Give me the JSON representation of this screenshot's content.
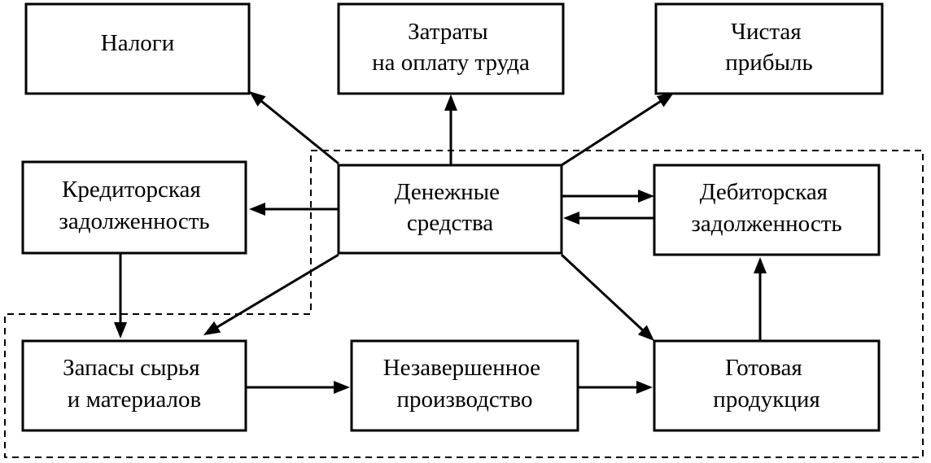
{
  "diagram": {
    "nodes": {
      "taxes": {
        "lines": [
          "Налоги"
        ]
      },
      "labor": {
        "lines": [
          "Затраты",
          "на оплату труда"
        ]
      },
      "profit": {
        "lines": [
          "Чистая",
          "прибыль"
        ]
      },
      "payables": {
        "lines": [
          "Кредиторская",
          "задолженность"
        ]
      },
      "cash": {
        "lines": [
          "Денежные",
          "средства"
        ]
      },
      "receivables": {
        "lines": [
          "Дебиторская",
          "задолженность"
        ]
      },
      "materials": {
        "lines": [
          "Запасы сырья",
          "и материалов"
        ]
      },
      "wip": {
        "lines": [
          "Незавершенное",
          "производство"
        ]
      },
      "finished": {
        "lines": [
          "Готовая",
          "продукция"
        ]
      }
    },
    "edges": [
      {
        "from": "cash",
        "to": "taxes"
      },
      {
        "from": "cash",
        "to": "labor"
      },
      {
        "from": "cash",
        "to": "profit"
      },
      {
        "from": "cash",
        "to": "payables"
      },
      {
        "from": "cash",
        "to": "receivables"
      },
      {
        "from": "receivables",
        "to": "cash"
      },
      {
        "from": "cash",
        "to": "materials"
      },
      {
        "from": "cash",
        "to": "finished"
      },
      {
        "from": "payables",
        "to": "materials"
      },
      {
        "from": "materials",
        "to": "wip"
      },
      {
        "from": "wip",
        "to": "finished"
      },
      {
        "from": "finished",
        "to": "receivables"
      }
    ],
    "colors": {
      "stroke": "#000000",
      "background": "#ffffff"
    }
  }
}
